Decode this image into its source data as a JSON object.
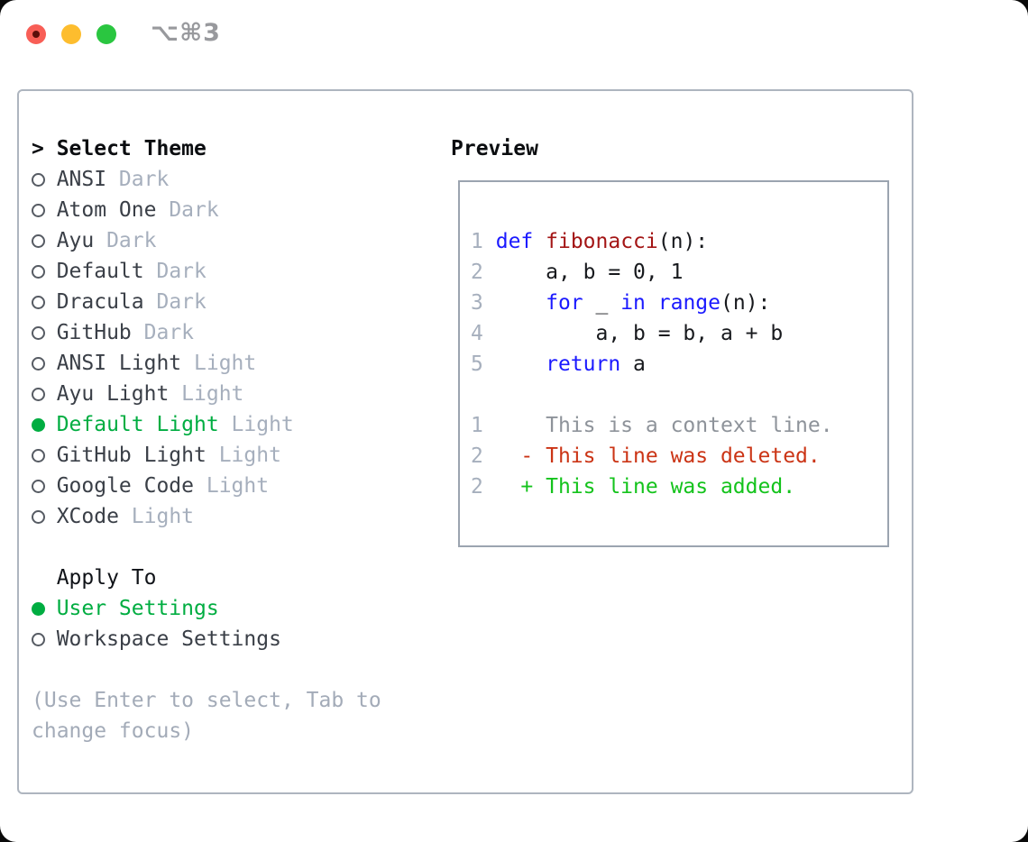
{
  "window": {
    "title": "⌥⌘3",
    "traffic_lights": {
      "red": "#f85e56",
      "red_dot": "#5a0e0a",
      "yellow": "#fdbd2e",
      "green": "#2ac640"
    }
  },
  "colors": {
    "selected_green": "#00ad41",
    "added_green": "#14c31c",
    "deleted_red": "#cb3415",
    "keyword_blue": "#1b1aff",
    "function_red": "#a31515",
    "muted_gray": "#a6afbd",
    "context_gray": "#8e939a",
    "help_gray": "#a3abb8",
    "item_text": "#3a3f47",
    "code_text": "#17191d",
    "box_border": "#aeb5bf",
    "preview_border": "#9ba4b0"
  },
  "left": {
    "header": {
      "prefix": ">",
      "label": "Select Theme"
    },
    "themes": [
      {
        "name": "ANSI",
        "tag": "Dark",
        "selected": false
      },
      {
        "name": "Atom One",
        "tag": "Dark",
        "selected": false
      },
      {
        "name": "Ayu",
        "tag": "Dark",
        "selected": false
      },
      {
        "name": "Default",
        "tag": "Dark",
        "selected": false
      },
      {
        "name": "Dracula",
        "tag": "Dark",
        "selected": false
      },
      {
        "name": "GitHub",
        "tag": "Dark",
        "selected": false
      },
      {
        "name": "ANSI Light",
        "tag": "Light",
        "selected": false
      },
      {
        "name": "Ayu Light",
        "tag": "Light",
        "selected": false
      },
      {
        "name": "Default Light",
        "tag": "Light",
        "selected": true
      },
      {
        "name": "GitHub Light",
        "tag": "Light",
        "selected": false
      },
      {
        "name": "Google Code",
        "tag": "Light",
        "selected": false
      },
      {
        "name": "XCode",
        "tag": "Light",
        "selected": false
      }
    ],
    "apply_header": "Apply To",
    "apply_options": [
      {
        "name": "User Settings",
        "selected": true
      },
      {
        "name": "Workspace Settings",
        "selected": false
      }
    ],
    "help_lines": [
      "(Use Enter to select, Tab to",
      "change focus)"
    ]
  },
  "preview": {
    "title": "Preview",
    "lines": [
      {
        "segments": [
          {
            "t": "1",
            "c": "num"
          },
          {
            "t": " ",
            "c": "pl"
          },
          {
            "t": "def",
            "c": "kw"
          },
          {
            "t": " ",
            "c": "pl"
          },
          {
            "t": "fibonacci",
            "c": "fn"
          },
          {
            "t": "(n):",
            "c": "pl"
          }
        ]
      },
      {
        "segments": [
          {
            "t": "2",
            "c": "num"
          },
          {
            "t": "     a, b = 0, 1",
            "c": "pl"
          }
        ]
      },
      {
        "segments": [
          {
            "t": "3",
            "c": "num"
          },
          {
            "t": "     ",
            "c": "pl"
          },
          {
            "t": "for",
            "c": "kw"
          },
          {
            "t": " _ ",
            "c": "pl"
          },
          {
            "t": "in",
            "c": "kw"
          },
          {
            "t": " ",
            "c": "pl"
          },
          {
            "t": "range",
            "c": "kw"
          },
          {
            "t": "(n):",
            "c": "pl"
          }
        ]
      },
      {
        "segments": [
          {
            "t": "4",
            "c": "num"
          },
          {
            "t": "         a, b = b, a + b",
            "c": "pl"
          }
        ]
      },
      {
        "segments": [
          {
            "t": "5",
            "c": "num"
          },
          {
            "t": "     ",
            "c": "pl"
          },
          {
            "t": "return",
            "c": "kw"
          },
          {
            "t": " a",
            "c": "pl"
          }
        ]
      },
      {
        "segments": []
      },
      {
        "segments": [
          {
            "t": "1",
            "c": "num"
          },
          {
            "t": "     This is a context line.",
            "c": "ctx"
          }
        ]
      },
      {
        "segments": [
          {
            "t": "2",
            "c": "num"
          },
          {
            "t": "   ",
            "c": "pl"
          },
          {
            "t": "- This line was deleted.",
            "c": "del"
          }
        ]
      },
      {
        "segments": [
          {
            "t": "2",
            "c": "num"
          },
          {
            "t": "   ",
            "c": "pl"
          },
          {
            "t": "+ This line was added.",
            "c": "add"
          }
        ]
      }
    ]
  }
}
